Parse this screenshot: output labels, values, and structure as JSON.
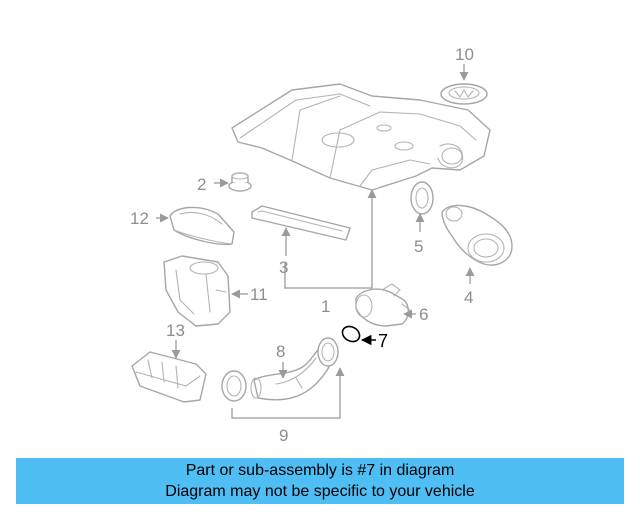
{
  "callouts": {
    "c1": "1",
    "c2": "2",
    "c3": "3",
    "c4": "4",
    "c5": "5",
    "c6": "6",
    "c7": "7",
    "c8": "8",
    "c9": "9",
    "c10": "10",
    "c11": "11",
    "c12": "12",
    "c13": "13"
  },
  "highlighted_part": "7",
  "banner": {
    "line1": "Part or sub-assembly is #7 in diagram",
    "line2": "Diagram may not be specific to your vehicle"
  },
  "colors": {
    "banner_background": "#4fbef5",
    "diagram_line": "#a6a6a6",
    "highlight": "#000000"
  }
}
